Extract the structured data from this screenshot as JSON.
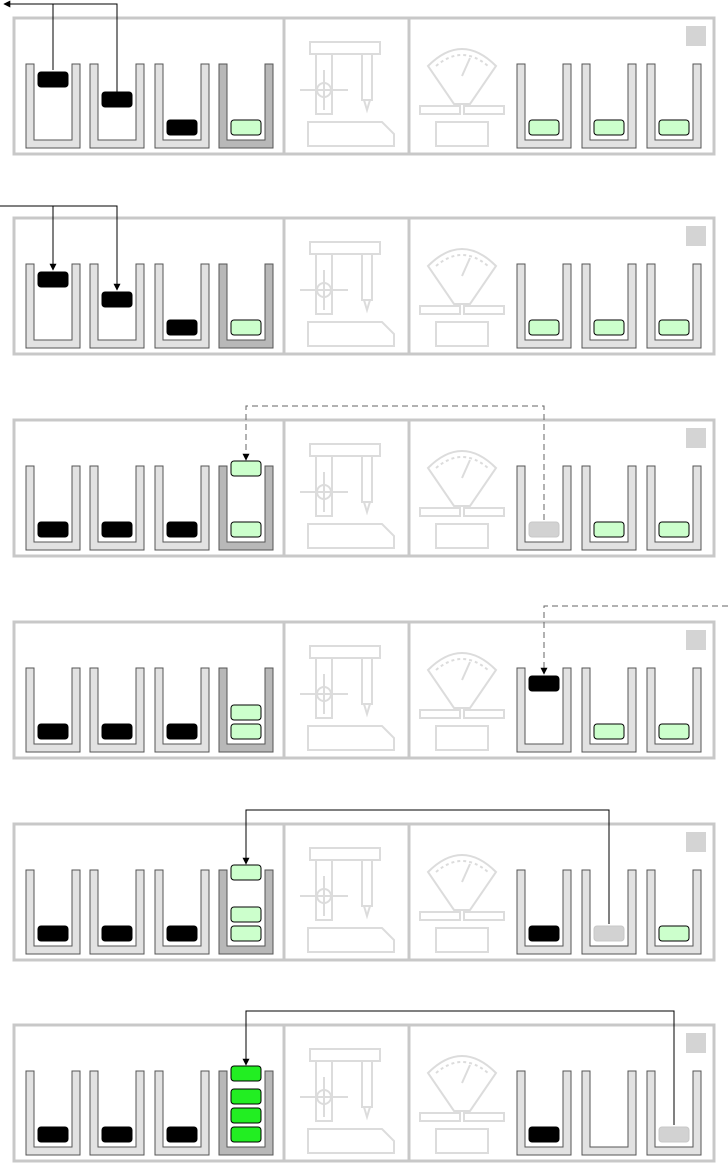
{
  "colors": {
    "background": "#ffffff",
    "panel_border": "#c8c8c8",
    "panel_fill": "#ffffff",
    "well_outer": "#e2e2e2",
    "well_outline": "#555555",
    "well_inner": "#ffffff",
    "machine_outline": "#dcdcdc",
    "corner_tab": "#d4d4d4",
    "block_black": "#000000",
    "block_light_green": "#ccffcc",
    "block_bright_green": "#22ee22",
    "block_gray": "#d2d2d2",
    "arrow": "#000000",
    "arrow_dashed": "#666666"
  },
  "well_labels": [
    "well-1",
    "well-2",
    "well-3",
    "well-4",
    "well-5",
    "well-6",
    "well-7"
  ],
  "machine_icons": [
    "drill-press-icon",
    "weighing-scale-icon"
  ],
  "panels": [
    {
      "name": "step-1",
      "well_fill": [
        "light",
        "light",
        "light",
        "dark",
        "light",
        "light",
        "light"
      ],
      "wells": [
        [
          "black-high"
        ],
        [
          "black-mid"
        ],
        [
          "black"
        ],
        [
          "light-green"
        ],
        [
          "light-green"
        ],
        [
          "light-green"
        ],
        [
          "light-green"
        ]
      ],
      "arrows": [
        {
          "style": "solid",
          "from": "well-2",
          "to": "off-left",
          "head": "end"
        },
        {
          "style": "solid",
          "from": "well-1",
          "to": "up",
          "head": "none"
        }
      ]
    },
    {
      "name": "step-2",
      "well_fill": [
        "light",
        "light",
        "light",
        "dark",
        "light",
        "light",
        "light"
      ],
      "wells": [
        [
          "black-high"
        ],
        [
          "black-mid"
        ],
        [
          "black"
        ],
        [
          "light-green"
        ],
        [
          "light-green"
        ],
        [
          "light-green"
        ],
        [
          "light-green"
        ]
      ],
      "arrows": [
        {
          "style": "solid",
          "from": "off-left",
          "to": "well-1",
          "head": "end"
        },
        {
          "style": "solid",
          "from": "off-left",
          "to": "well-2",
          "head": "end"
        }
      ]
    },
    {
      "name": "step-3",
      "well_fill": [
        "light",
        "light",
        "light",
        "dark",
        "light",
        "light",
        "light"
      ],
      "wells": [
        [
          "black"
        ],
        [
          "black"
        ],
        [
          "black"
        ],
        [
          "light-green",
          "light-green-top"
        ],
        [
          "gray"
        ],
        [
          "light-green"
        ],
        [
          "light-green"
        ]
      ],
      "arrows": [
        {
          "style": "dashed",
          "from": "well-5",
          "to": "well-4",
          "head": "end"
        }
      ]
    },
    {
      "name": "step-4",
      "well_fill": [
        "light",
        "light",
        "light",
        "dark",
        "light",
        "light",
        "light"
      ],
      "wells": [
        [
          "black"
        ],
        [
          "black"
        ],
        [
          "black"
        ],
        [
          "light-green",
          "light-green"
        ],
        [
          "black-high"
        ],
        [
          "light-green"
        ],
        [
          "light-green"
        ]
      ],
      "arrows": [
        {
          "style": "dashed",
          "from": "off-right",
          "to": "well-5",
          "head": "end"
        }
      ]
    },
    {
      "name": "step-5",
      "well_fill": [
        "light",
        "light",
        "light",
        "dark",
        "light",
        "light",
        "light"
      ],
      "wells": [
        [
          "black"
        ],
        [
          "black"
        ],
        [
          "black"
        ],
        [
          "light-green",
          "light-green",
          "light-green-top"
        ],
        [
          "black"
        ],
        [
          "gray"
        ],
        [
          "light-green"
        ]
      ],
      "arrows": [
        {
          "style": "solid",
          "from": "well-6",
          "to": "well-4",
          "head": "end"
        }
      ]
    },
    {
      "name": "step-6",
      "well_fill": [
        "light",
        "light",
        "light",
        "dark",
        "light",
        "light",
        "light"
      ],
      "wells": [
        [
          "black"
        ],
        [
          "black"
        ],
        [
          "black"
        ],
        [
          "bright-green",
          "bright-green",
          "bright-green",
          "bright-green-top"
        ],
        [
          "black"
        ],
        [],
        [
          "gray"
        ]
      ],
      "arrows": [
        {
          "style": "solid",
          "from": "well-7",
          "to": "well-4",
          "head": "end"
        }
      ]
    }
  ]
}
